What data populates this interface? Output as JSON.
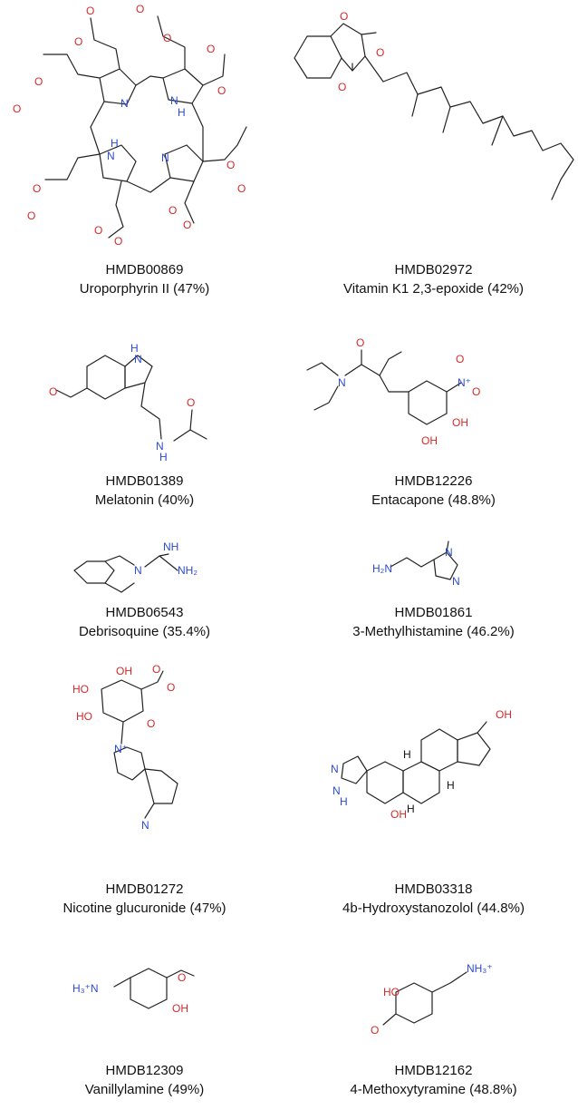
{
  "compounds": [
    {
      "id": "HMDB00869",
      "name": "Uroporphyrin II (47%)"
    },
    {
      "id": "HMDB02972",
      "name": "Vitamin K1 2,3-epoxide (42%)"
    },
    {
      "id": "HMDB01389",
      "name": "Melatonin (40%)"
    },
    {
      "id": "HMDB12226",
      "name": "Entacapone (48.8%)"
    },
    {
      "id": "HMDB06543",
      "name": "Debrisoquine (35.4%)"
    },
    {
      "id": "HMDB01861",
      "name": "3-Methylhistamine (46.2%)"
    },
    {
      "id": "HMDB01272",
      "name": "Nicotine glucuronide (47%)"
    },
    {
      "id": "HMDB03318",
      "name": "4b-Hydroxystanozolol (44.8%)"
    },
    {
      "id": "HMDB12309",
      "name": "Vanillylamine (49%)"
    },
    {
      "id": "HMDB12162",
      "name": "4-Methoxytyramine (48.8%)"
    }
  ],
  "atoms": {
    "O": "O",
    "N": "N",
    "NH": "NH",
    "H": "H",
    "OH": "OH",
    "HO": "HO",
    "NH2": "NH₂",
    "H2N": "H₂N",
    "H3N": "H₃⁺N",
    "NH3": "NH₃⁺",
    "Nplus": "N⁺",
    "NO2": "N⁺"
  },
  "colors": {
    "oxygen": "#d42a2a",
    "nitrogen": "#2a4ad4",
    "bond": "#222222"
  }
}
